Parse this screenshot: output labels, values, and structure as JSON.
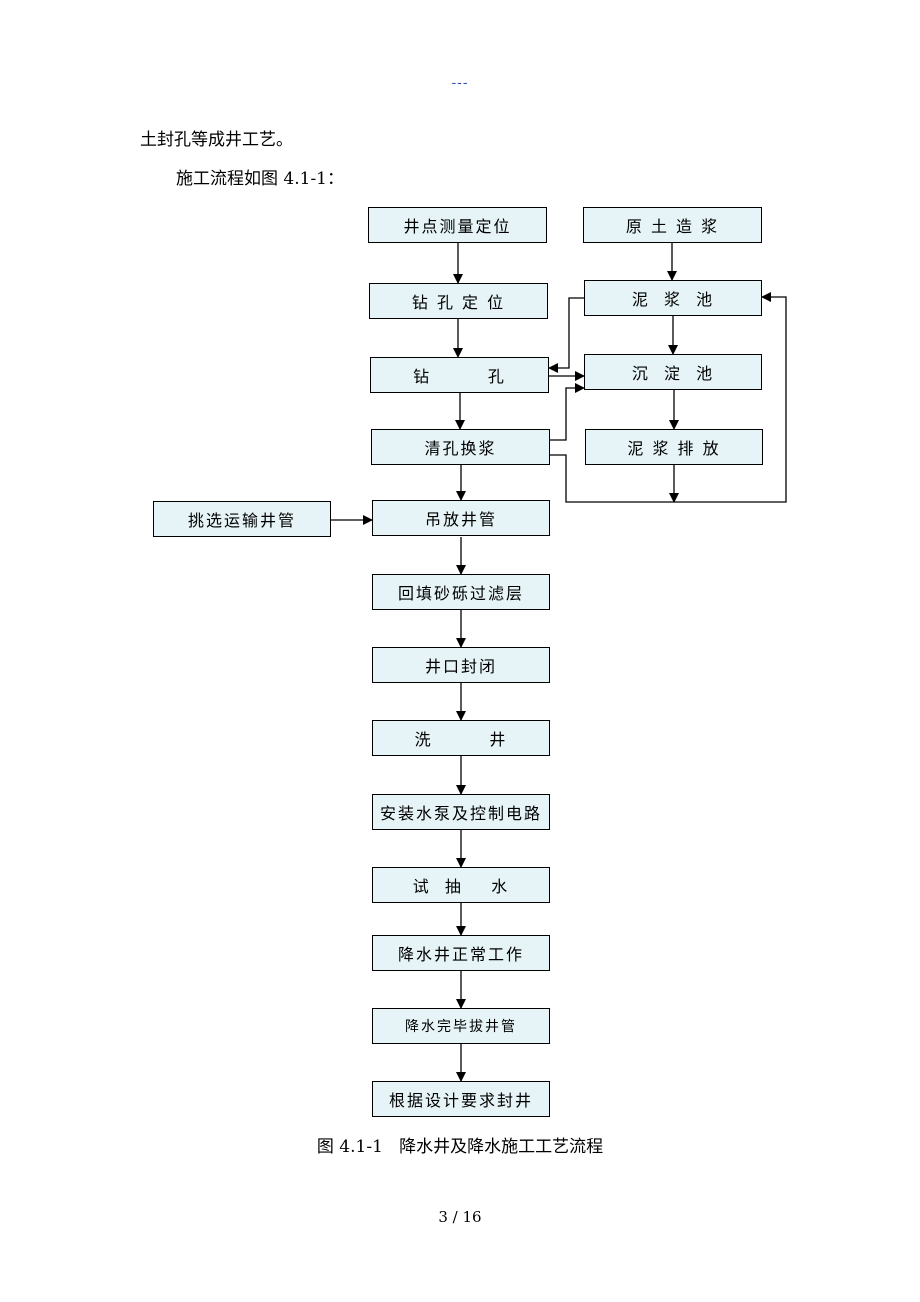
{
  "header_mark": "---",
  "paragraphs": {
    "line1": "土封孔等成井工艺。",
    "line2": "施工流程如图 4.1-1："
  },
  "flowchart": {
    "main": [
      "井点测量定位",
      "钻 孔 定 位",
      "钻        孔",
      "清孔换浆",
      "吊放井管",
      "回填砂砾过滤层",
      "井口封闭",
      "洗        井",
      "安装水泵及控制电路",
      "试  抽    水",
      "降水井正常工作",
      "降水完毕拔井管",
      "根据设计要求封井"
    ],
    "side": [
      "原 土 造 浆",
      "泥  浆  池",
      "沉  淀  池",
      "泥 浆 排 放"
    ],
    "input": "挑选运输井管"
  },
  "caption": "图 4.1-1   降水井及降水施工工艺流程",
  "footer": "3  / 16"
}
